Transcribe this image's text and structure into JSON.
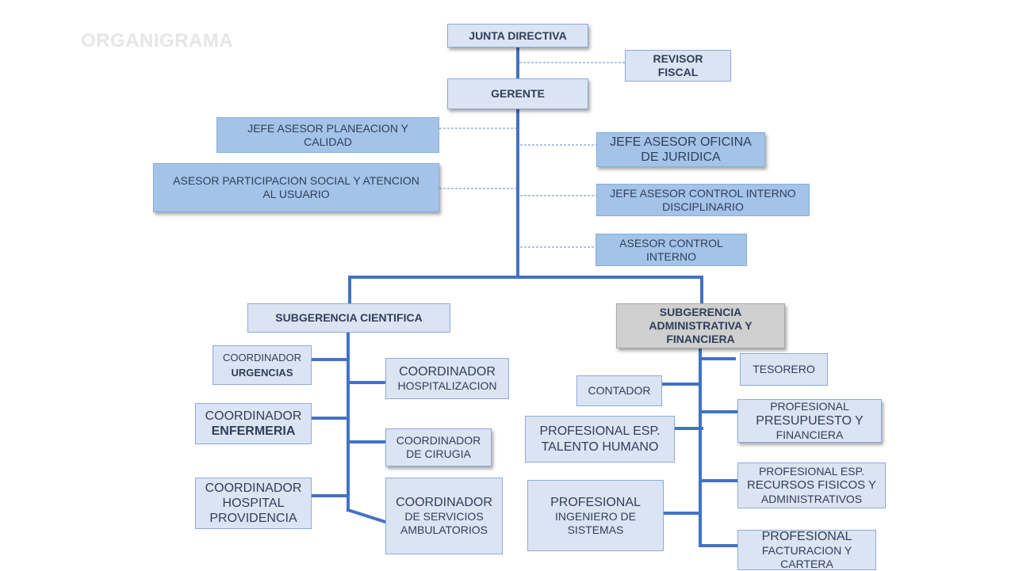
{
  "title": "ORGANIGRAMA",
  "nodes": {
    "junta": "JUNTA DIRECTIVA",
    "revisor": [
      "REVISOR",
      "FISCAL"
    ],
    "gerente": "GERENTE",
    "planeacion": [
      "JEFE ASESOR PLANEACION Y",
      "CALIDAD"
    ],
    "participacion": [
      "ASESOR PARTICIPACION  SOCIAL Y ATENCION",
      "AL USUARIO"
    ],
    "juridica": [
      "JEFE ASESOR OFICINA",
      "DE JURIDICA"
    ],
    "control_disciplinario": [
      "JEFE ASESOR CONTROL INTERNO",
      "DISCIPLINARIO"
    ],
    "control_interno": [
      "ASESOR CONTROL",
      "INTERNO"
    ],
    "sub_cientifica": "SUBGERENCIA CIENTIFICA",
    "sub_admin": [
      "SUBGERENCIA",
      "ADMINISTRATIVA Y",
      "FINANCIERA"
    ],
    "urgencias": [
      "COORDINADOR",
      "URGENCIAS"
    ],
    "hospitalizacion": [
      "COORDINADOR",
      "HOSPITALIZACION"
    ],
    "enfermeria": [
      "COORDINADOR",
      "ENFERMERIA"
    ],
    "cirugia": [
      "COORDINADOR",
      "DE CIRUGIA"
    ],
    "providencia": [
      "COORDINADOR",
      "HOSPITAL",
      "PROVIDENCIA"
    ],
    "ambulatorios": [
      "COORDINADOR",
      "DE SERVICIOS",
      "AMBULATORIOS"
    ],
    "tesorero": "TESORERO",
    "contador": "CONTADOR",
    "presupuesto": [
      "PROFESIONAL",
      "PRESUPUESTO Y",
      "FINANCIERA"
    ],
    "talento": [
      "PROFESIONAL  ESP.",
      "TALENTO HUMANO"
    ],
    "recursos": [
      "PROFESIONAL ESP.",
      "RECURSOS FISICOS Y",
      "ADMINISTRATIVOS"
    ],
    "sistemas": [
      "PROFESIONAL",
      "INGENIERO  DE",
      "SISTEMAS"
    ],
    "facturacion": [
      "PROFESIONAL",
      "FACTURACION Y",
      "CARTERA"
    ]
  },
  "colors": {
    "connector": "#4472c4",
    "dashed": "#5b8cc8"
  }
}
